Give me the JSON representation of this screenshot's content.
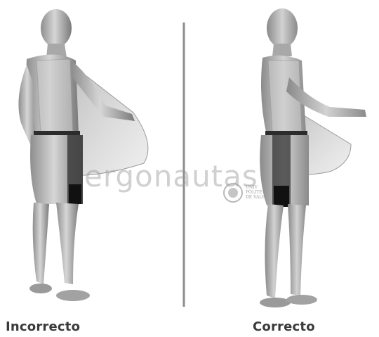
{
  "labels": {
    "left": "Incorrecto",
    "right": "Correcto"
  },
  "watermark": {
    "text": "ergonautas",
    "seal_lines": [
      "UNIV",
      "POLITE",
      "DE VALE"
    ]
  },
  "colors": {
    "skin": "#bdbdbd",
    "divider": "#8c8c8c",
    "reach_cone": "#9a9a9a",
    "shorts_dark": "#3c3c3c"
  },
  "icons": {
    "seal": "university-seal-icon"
  }
}
